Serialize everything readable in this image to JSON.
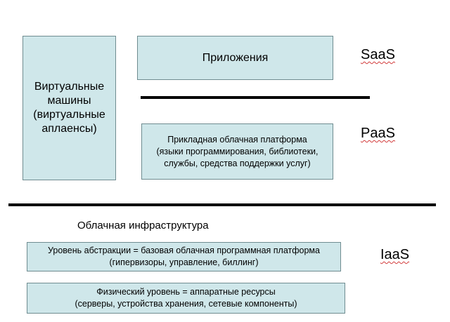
{
  "diagram": {
    "vm_box": {
      "lines": [
        "Виртуальные",
        "машины",
        "(виртуальные",
        "аплаенсы)"
      ]
    },
    "apps_box": {
      "label": "Приложения"
    },
    "platform_box": {
      "lines": [
        "Прикладная облачная платформа",
        "(языки программирования, библиотеки,",
        "службы, средства поддержки услуг)"
      ]
    },
    "infrastructure_title": "Облачная инфраструктура",
    "abstraction_box": {
      "lines": [
        "Уровень абстракции = базовая облачная программная платформа",
        "(гипервизоры, управление, биллинг)"
      ]
    },
    "physical_box": {
      "lines": [
        "Физический уровень = аппаратные ресурсы",
        "(серверы, устройства хранения, сетевые компоненты)"
      ]
    },
    "layer_labels": {
      "saas": "SaaS",
      "paas": "PaaS",
      "iaas": "IaaS"
    },
    "colors": {
      "box_fill": "#cfe7ea",
      "box_border": "#6f8c90",
      "rule": "#000000",
      "spell_underline": "#d23b3b"
    }
  }
}
